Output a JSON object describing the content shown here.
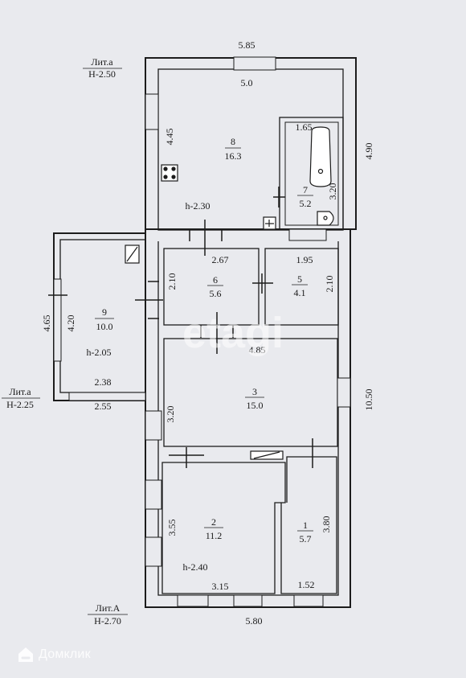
{
  "dimensions": {
    "top_width": "5.85",
    "kitchen_inner_width": "5.0",
    "kitchen_height": "4.45",
    "right_upper": "4.90",
    "bath_width": "1.65",
    "bath_height": "3.20",
    "room6_width": "2.67",
    "room6_height": "2.10",
    "room5_width": "1.95",
    "room5_height": "2.10",
    "veranda_outer": "4.65",
    "veranda_inner": "4.20",
    "veranda_inner_width": "2.38",
    "veranda_outer_width": "2.55",
    "room3_width": "4.85",
    "room3_height": "3.20",
    "right_total": "10.50",
    "room2_height": "3.55",
    "room2_width": "3.15",
    "room1_height": "3.80",
    "room1_width": "1.52",
    "bottom_width": "5.80"
  },
  "heights": {
    "kitchen": "h-2.30",
    "veranda": "h-2.05",
    "room2": "h-2.40"
  },
  "rooms": [
    {
      "num": "8",
      "area": "16.3"
    },
    {
      "num": "7",
      "area": "5.2"
    },
    {
      "num": "6",
      "area": "5.6"
    },
    {
      "num": "5",
      "area": "4.1"
    },
    {
      "num": "9",
      "area": "10.0"
    },
    {
      "num": "3",
      "area": "15.0"
    },
    {
      "num": "2",
      "area": "11.2"
    },
    {
      "num": "1",
      "area": "5.7"
    }
  ],
  "letters": [
    {
      "name": "Лит.а",
      "height": "Н-2.50"
    },
    {
      "name": "Лит.а",
      "height": "Н-2.25"
    },
    {
      "name": "Лит.А",
      "height": "Н-2.70"
    }
  ],
  "watermark": "etagi",
  "logo": "Домклик"
}
